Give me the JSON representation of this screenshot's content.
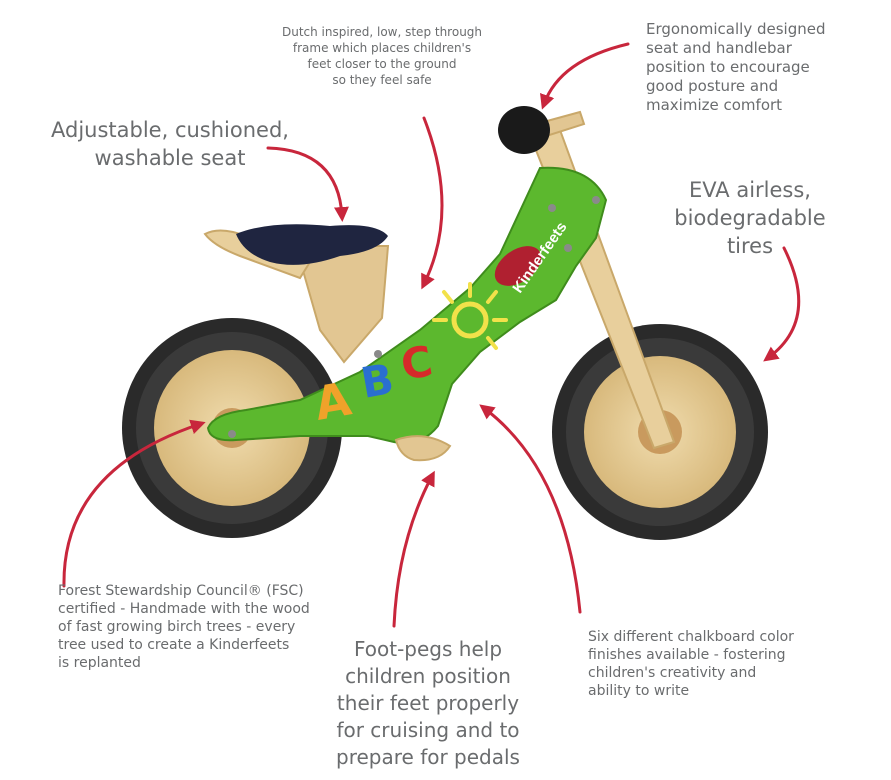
{
  "annotations": {
    "frame": "Dutch inspired, low, step through\nframe which places children's\nfeet closer to the ground\nso they feel safe",
    "ergonomic": "Ergonomically designed\nseat and handlebar\nposition to encourage\ngood posture and\nmaximize comfort",
    "seat": "Adjustable, cushioned,\nwashable seat",
    "tires": "EVA airless,\nbiodegradable\ntires",
    "fsc": "Forest Stewardship Council® (FSC)\ncertified - Handmade with the wood\nof fast growing birch trees - every\ntree used to create a Kinderfeets\nis replanted",
    "footpegs": "Foot-pegs help\nchildren position\ntheir feet properly\nfor cruising and to\nprepare for pedals",
    "chalkboard": "Six different chalkboard color\nfinishes available - fostering\nchildren's creativity and\nability to write"
  },
  "bike": {
    "brand": "Kinderfeets",
    "chalk_letters": [
      "A",
      "B",
      "C"
    ]
  },
  "colors": {
    "text": "#6a6c6e",
    "arrow": "#c8263c",
    "frame_green": "#5cb82e",
    "wood": "#e2c692",
    "tire": "#2a2a2a",
    "seat": "#1f2540"
  }
}
